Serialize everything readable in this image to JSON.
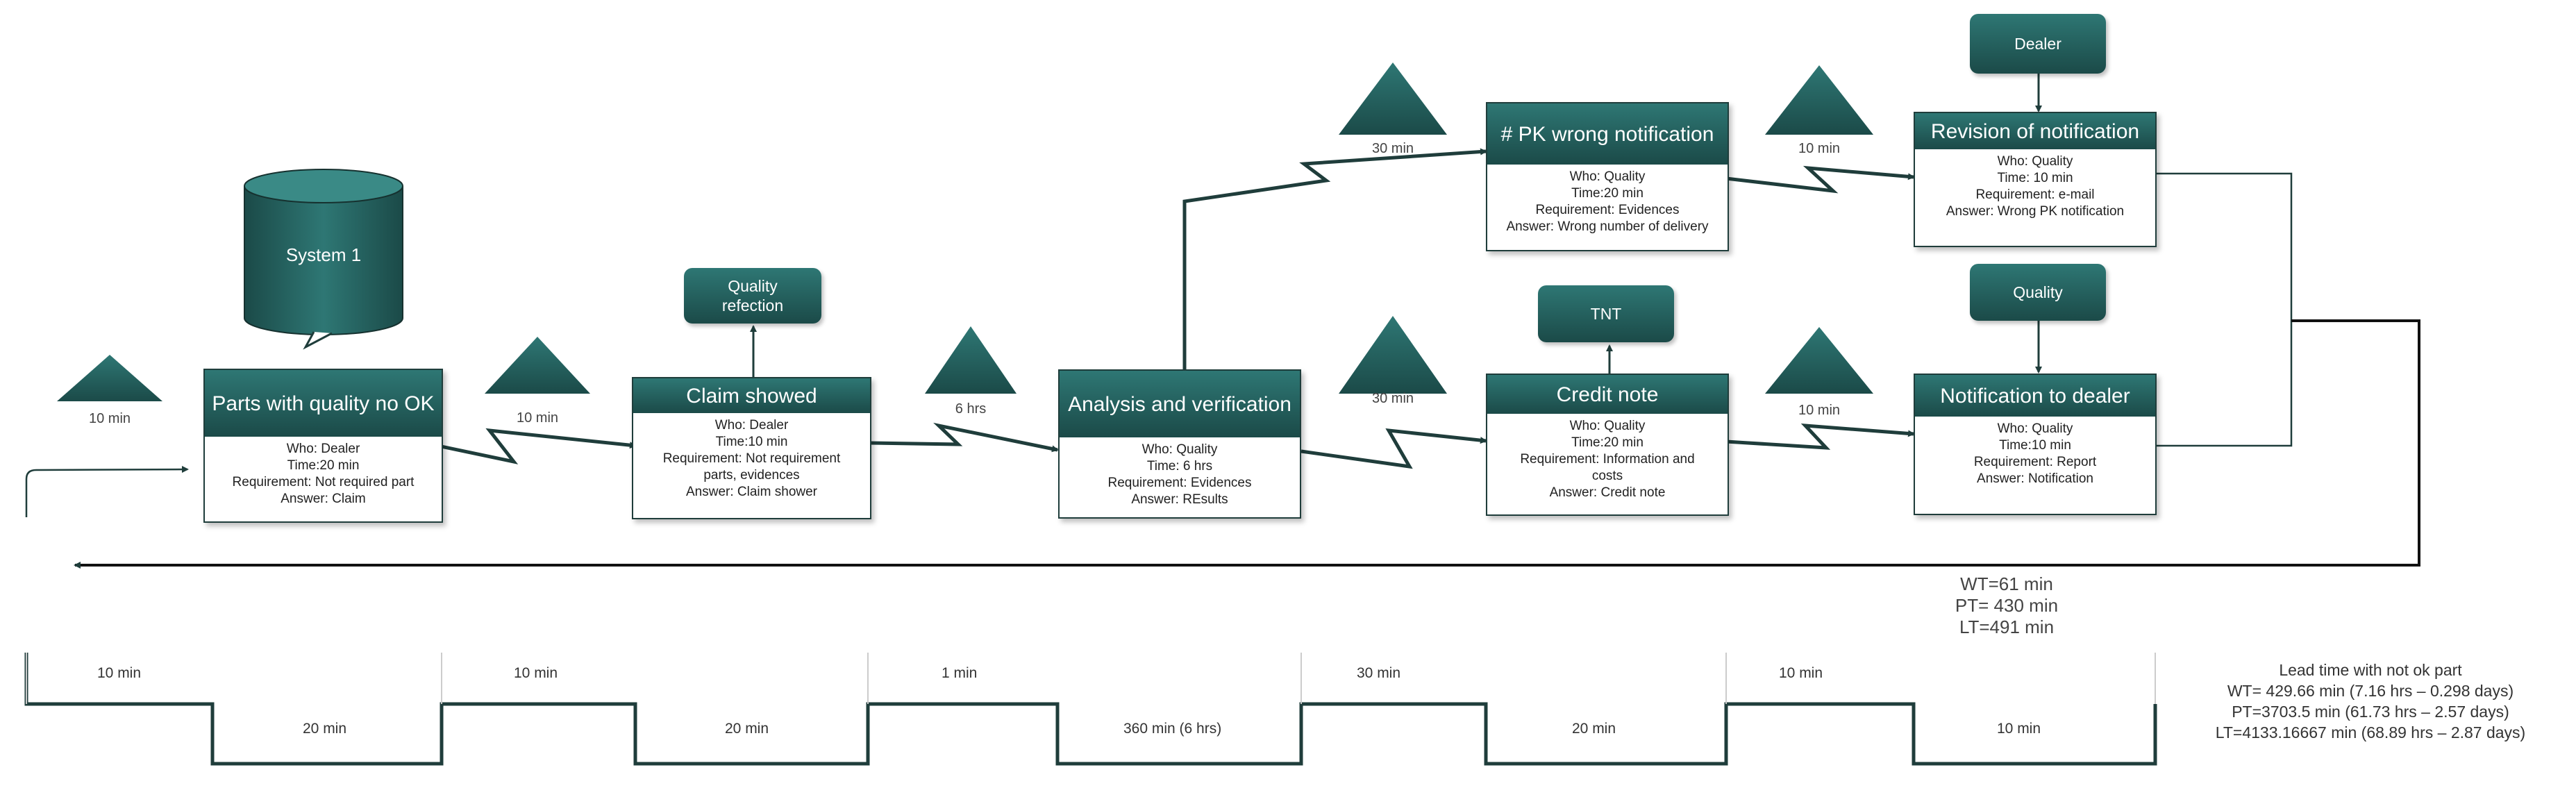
{
  "colors": {
    "teal_dark": "#1b4a48",
    "teal_light": "#2e7774",
    "line": "#1f3d3b"
  },
  "system": {
    "label": "System 1"
  },
  "inventory": [
    "10 min",
    "10 min",
    "6 hrs",
    "30 min",
    "30 min",
    "10 min",
    "10 min"
  ],
  "processes": [
    {
      "title": "Parts with quality no OK",
      "lines": [
        "Who: Dealer",
        "Time:20 min",
        "Requirement: Not required part",
        "Answer: Claim"
      ]
    },
    {
      "title": "Claim showed",
      "lines": [
        "Who: Dealer",
        "Time:10 min",
        "Requirement: Not requirement",
        "parts, evidences",
        "Answer: Claim shower"
      ]
    },
    {
      "title": "Analysis and verification",
      "lines": [
        "Who: Quality",
        "Time: 6 hrs",
        "Requirement: Evidences",
        "Answer: REsults"
      ]
    },
    {
      "title": "# PK wrong notification",
      "lines": [
        "Who: Quality",
        "Time:20 min",
        "Requirement: Evidences",
        "Answer: Wrong number of delivery"
      ]
    },
    {
      "title": "Credit note",
      "lines": [
        "Who: Quality",
        "Time:20 min",
        "Requirement: Information and",
        "costs",
        "Answer: Credit note"
      ]
    },
    {
      "title": "Revision of notification",
      "lines": [
        "Who: Quality",
        "Time: 10 min",
        "Requirement: e-mail",
        "Answer: Wrong PK notification"
      ]
    },
    {
      "title": "Notification to dealer",
      "lines": [
        "Who: Quality",
        "Time:10 min",
        "Requirement: Report",
        "Answer: Notification"
      ]
    }
  ],
  "tags": {
    "quality_refection": "Quality refection",
    "tnt": "TNT",
    "dealer": "Dealer",
    "quality": "Quality"
  },
  "timeline": {
    "top": [
      "10 min",
      "10 min",
      "1 min",
      "30 min",
      "10 min"
    ],
    "bottom": [
      "20  min",
      "20 min",
      "360 min (6 hrs)",
      "20 min",
      "10 min"
    ]
  },
  "totals": {
    "wt": "WT=61 min",
    "pt": "PT= 430 min",
    "lt": "LT=491 min"
  },
  "lead": {
    "title": "Lead time with not ok part",
    "wt": "WT= 429.66 min (7.16 hrs – 0.298 days)",
    "pt": "PT=3703.5 min (61.73 hrs – 2.57 days)",
    "lt": "LT=4133.16667 min (68.89 hrs – 2.87 days)"
  }
}
